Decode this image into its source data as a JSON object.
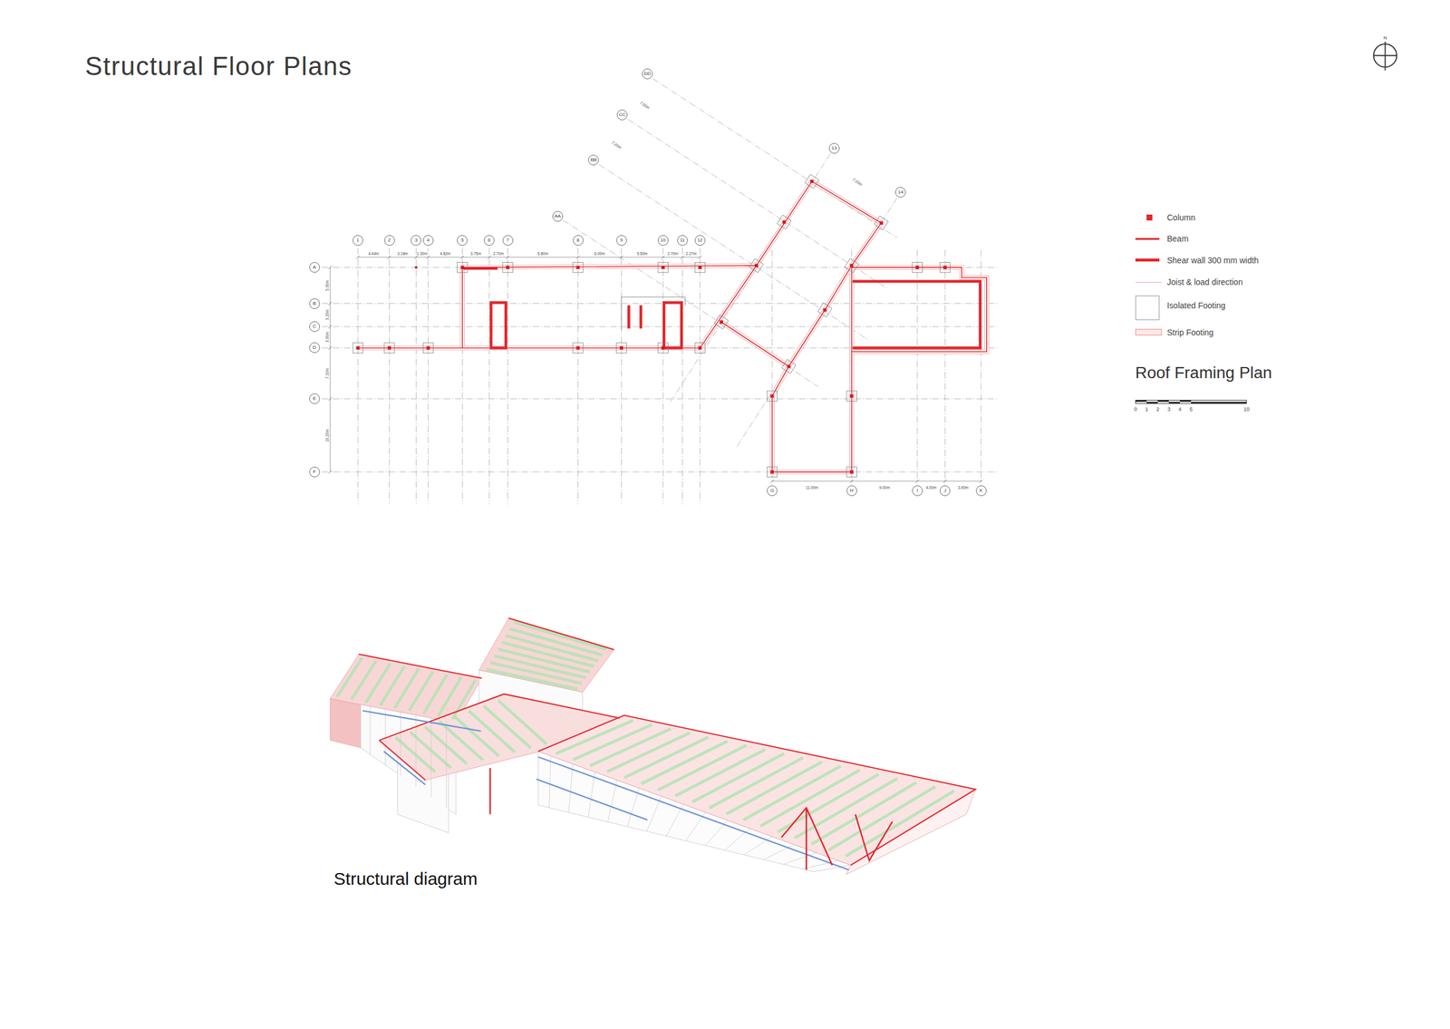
{
  "diagram": {
    "title": "Structural Floor Plans",
    "caption": "Structural diagram",
    "nodes": [
      {
        "text": [
          "1"
        ]
      },
      {
        "text": [
          "2"
        ]
      },
      {
        "text": [
          "3"
        ]
      },
      {
        "text": [
          "4"
        ]
      },
      {
        "text": [
          "5"
        ]
      },
      {
        "text": [
          "6"
        ]
      },
      {
        "text": [
          "7"
        ]
      },
      {
        "text": [
          "8"
        ]
      },
      {
        "text": [
          "9"
        ]
      },
      {
        "text": [
          "10"
        ]
      },
      {
        "text": [
          "11"
        ]
      },
      {
        "text": [
          "12"
        ]
      },
      {
        "text": [
          "A"
        ]
      },
      {
        "text": [
          "B"
        ]
      },
      {
        "text": [
          "C"
        ]
      },
      {
        "text": [
          "D"
        ]
      },
      {
        "text": [
          "E"
        ]
      },
      {
        "text": [
          "F"
        ]
      },
      {
        "text": [
          "G"
        ]
      },
      {
        "text": [
          "H"
        ]
      },
      {
        "text": [
          "I"
        ]
      },
      {
        "text": [
          "J"
        ]
      },
      {
        "text": [
          "K"
        ]
      },
      {
        "text": [
          "AA"
        ]
      },
      {
        "text": [
          "BB"
        ]
      },
      {
        "text": [
          "CC"
        ]
      },
      {
        "text": [
          "DD"
        ]
      },
      {
        "text": [
          "13"
        ]
      },
      {
        "text": [
          "14"
        ]
      }
    ],
    "labels": [
      "N",
      "Roof Framing Plan",
      "0",
      "1",
      "2",
      "3",
      "4",
      "5",
      "10",
      "4.44m",
      "3.18m",
      "1.30m",
      "4.82m",
      "3.75m",
      "2.70m",
      "5.80m",
      "6.00m",
      "5.50m",
      "2.70m",
      "2.27m",
      "5.00m",
      "3.20m",
      "3.00m",
      "7.10m",
      "10.20m",
      "11.00m",
      "9.00m",
      "4.00m",
      "3.90m",
      "7.50m",
      "7.20m",
      "7.20m"
    ],
    "legend": [
      {
        "text": "Column",
        "color": "#e3262b"
      },
      {
        "text": "Beam"
      },
      {
        "text": "Shear wall 300 mm width"
      },
      {
        "text": "Joist & load direction"
      },
      {
        "text": "Isolated Footing"
      },
      {
        "text": "Strip Footing"
      }
    ]
  }
}
